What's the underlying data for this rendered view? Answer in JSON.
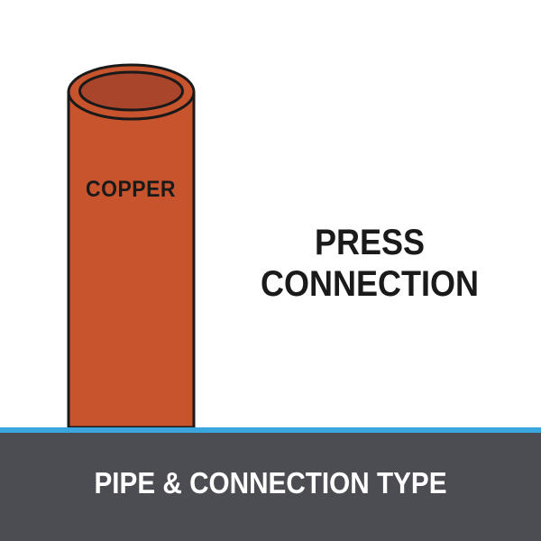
{
  "pipe": {
    "label": "COPPER",
    "body_color": "#c8542e",
    "inner_color": "#a8452a",
    "outline_color": "#1a1a1a"
  },
  "connection": {
    "line1": "PRESS",
    "line2": "CONNECTION"
  },
  "footer": {
    "title": "PIPE & CONNECTION TYPE",
    "background_color": "#4b4d52",
    "accent_line_color": "#3aa6dd",
    "text_color": "#ffffff"
  }
}
